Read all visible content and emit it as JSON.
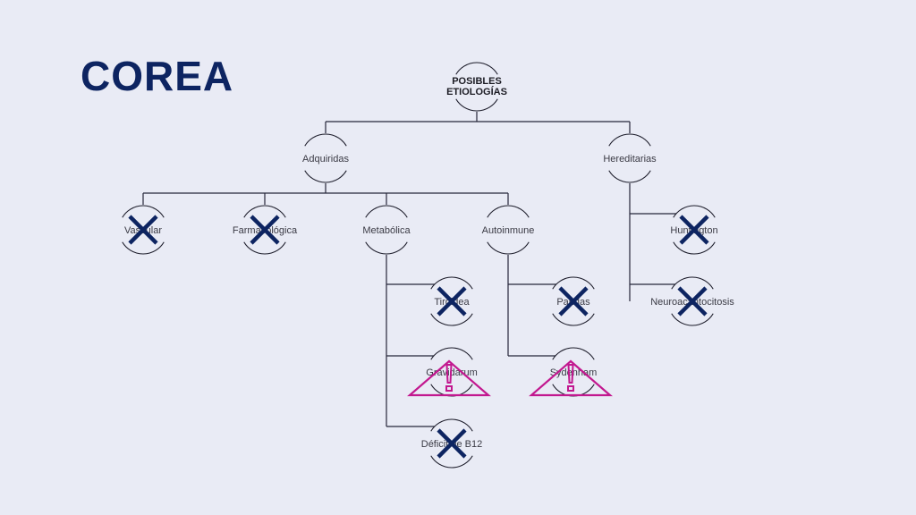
{
  "title": "COREA",
  "colors": {
    "background": "#e9ebf5",
    "title": "#0d2461",
    "connector": "#26263a",
    "cross": "#0d2461",
    "warning": "#c2188f"
  },
  "nodes": {
    "root": {
      "lines": [
        "POSIBLES",
        "ETIOLOGÍAS"
      ]
    },
    "adquiridas": {
      "label": "Adquiridas"
    },
    "hereditarias": {
      "label": "Hereditarias"
    },
    "vascular": {
      "label": "Vascular",
      "status": "ruled-out"
    },
    "farmacologica": {
      "label": "Farmacológica",
      "status": "ruled-out"
    },
    "metabolica": {
      "label": "Metabólica"
    },
    "autoinmune": {
      "label": "Autoinmune"
    },
    "huntington": {
      "label": "Huntington",
      "status": "ruled-out"
    },
    "neuroacantocitosis": {
      "label": "Neuroacantocitosis",
      "status": "ruled-out"
    },
    "tiroidea": {
      "label": "Tiroidea",
      "status": "ruled-out"
    },
    "gravidarum": {
      "label": "Gravidarum",
      "status": "warning"
    },
    "deficit_b12": {
      "label": "Déficit de B12",
      "status": "ruled-out"
    },
    "pandas": {
      "label": "Pandas",
      "status": "ruled-out"
    },
    "sydenham": {
      "label": "Sydenham",
      "status": "warning"
    }
  },
  "markers": {
    "cross_icon": "x-mark-icon",
    "warning_icon": "warning-triangle-icon"
  }
}
